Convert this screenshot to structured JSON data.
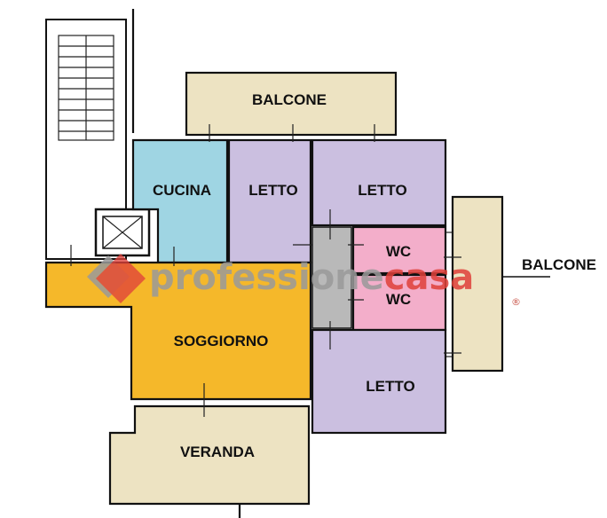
{
  "rooms": {
    "balcone_top": "BALCONE",
    "cucina": "CUCINA",
    "letto_1": "LETTO",
    "letto_2": "LETTO",
    "wc_1": "WC",
    "wc_2": "WC",
    "balcone_right": "BALCONE",
    "soggiorno": "SOGGIORNO",
    "letto_3": "LETTO",
    "veranda": "VERANDA"
  },
  "watermark": {
    "brand_part1": "professione",
    "brand_part2": "casa",
    "registered": "®"
  },
  "colors": {
    "balcone": "#ede3c2",
    "cucina": "#9fd5e3",
    "letto": "#cbbfe0",
    "wc": "#f3aeca",
    "corridor": "#b9b9b9",
    "soggiorno": "#f5b82a",
    "veranda": "#ede3c2",
    "brand_gray": "#9a9a9a",
    "brand_red": "#e0403a"
  }
}
